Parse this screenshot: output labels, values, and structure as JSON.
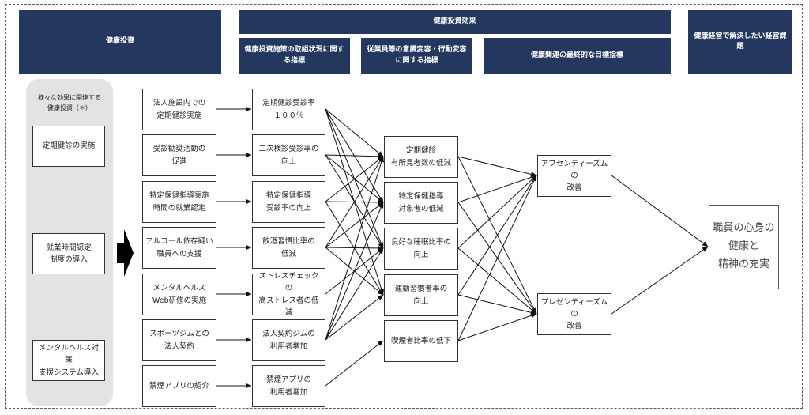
{
  "headers": {
    "investment": "健康投資",
    "effects": "健康投資効果",
    "effects_sub1": "健康投資施策の取組状況に関する指標",
    "effects_sub2": "従業員等の意識変容・行動変容に関する指標",
    "effects_sub3": "健康関連の最終的な目標指標",
    "management": "健康経営で解決したい経営課題"
  },
  "left_panel": {
    "caption": "様々な効果に関連する\n健康投資（＊）",
    "items": [
      "定期健診の実施",
      "就業時間認定\n制度の導入",
      "メンタルヘルス対策\n支援システム導入"
    ]
  },
  "column1": [
    "法人施設内での\n定期健診実施",
    "受診勧奨活動の\n促進",
    "特定保健指導実施\n時間の就業認定",
    "アルコール依存疑い\n職員への支援",
    "メンタルヘルス\nWeb研修の実施",
    "スポーツジムとの\n法人契約",
    "禁煙アプリの紹介"
  ],
  "column2": [
    "定期健診受診率\n１００％",
    "二次検診受診率の\n向上",
    "特定保健指導\n受診率の向上",
    "飲酒習慣比率の\n低減",
    "ストレスチェックの\n高ストレス者の低減",
    "法人契約ジムの\n利用者増加",
    "禁煙アプリの\n利用者増加"
  ],
  "column3": [
    "定期健診\n有所見者数の低減",
    "特定保健指導\n対象者の低減",
    "良好な睡眠比率の\n向上",
    "運動習慣者率の\n向上",
    "喫煙者比率の低下"
  ],
  "column4": [
    "アブセンティーズムの\n改善",
    "プレゼンティーズムの\n改善"
  ],
  "goal": "職員の心身の\n健康と\n精神の充実",
  "colors": {
    "header_bg": "#24375f",
    "pill_bg": "#e3e3e3",
    "line": "#111111"
  }
}
